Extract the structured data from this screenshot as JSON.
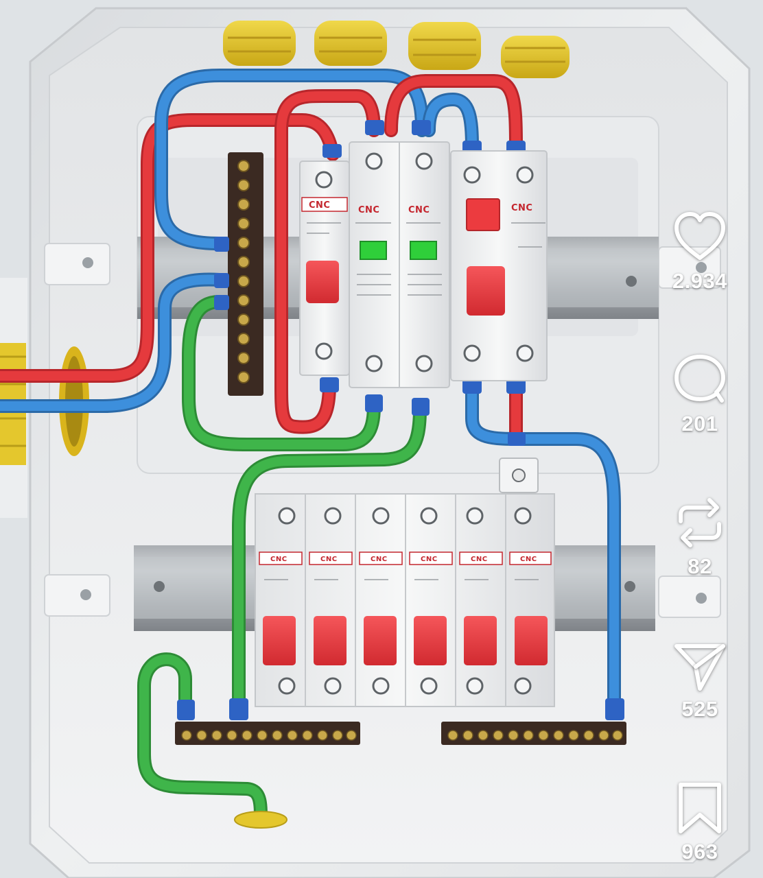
{
  "colors": {
    "wire_phase": "#e53a3d",
    "wire_neutral": "#3d8fdc",
    "wire_earth": "#3fb54a",
    "breaker_handle": "#ec3b3f",
    "indicator_green": "#2fcf3a",
    "enclosure": "#eef0f1"
  },
  "panel": {
    "brand": "CNC"
  },
  "actions": {
    "like": {
      "icon": "heart-icon",
      "count": "2.934"
    },
    "comment": {
      "icon": "comment-bubble-icon",
      "count": "201"
    },
    "repost": {
      "icon": "repost-arrows-icon",
      "count": "82"
    },
    "share": {
      "icon": "paper-plane-icon",
      "count": "525"
    },
    "save": {
      "icon": "bookmark-icon",
      "count": "963"
    }
  }
}
